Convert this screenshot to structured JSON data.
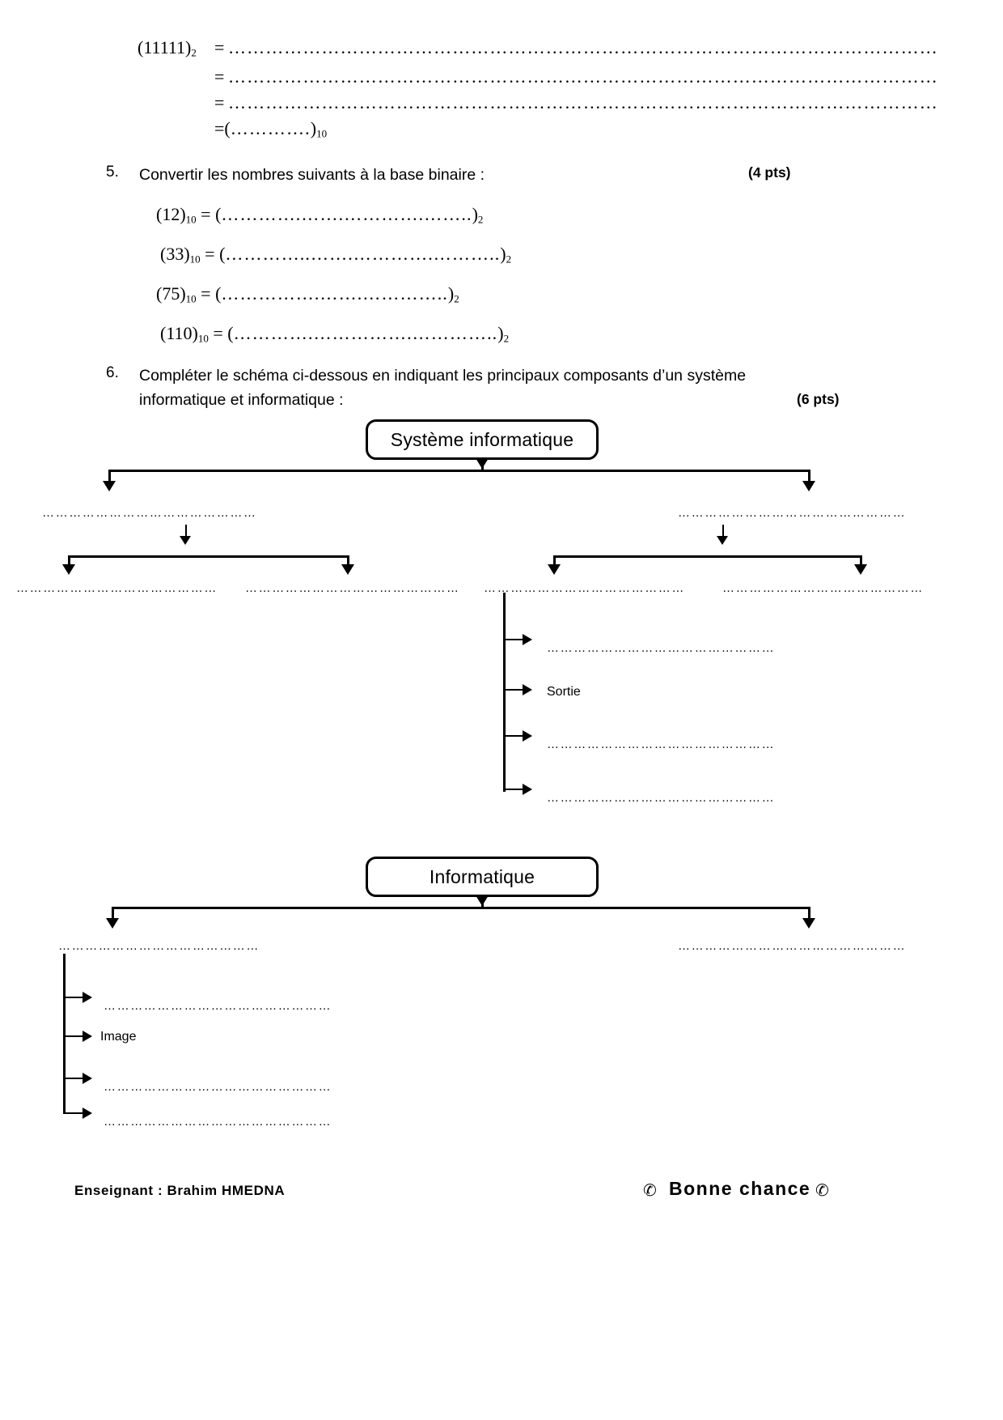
{
  "document": {
    "language": "fr",
    "page_background": "#ffffff",
    "ink_color": "#000000"
  },
  "question4_continuation": {
    "name": "binary-to-decimal-conversion",
    "operand": "(11111)",
    "operand_sub": "2",
    "lines": [
      {
        "eq": "=",
        "blank": "……………………………………………………………………………………………………"
      },
      {
        "eq": "=",
        "blank": "……………………………………………………………………………………………………"
      },
      {
        "eq": "=",
        "blank": "……………………………………………………………………………………………………"
      }
    ],
    "result_prefix": "=(",
    "result_blank": "………….",
    "result_suffix": ")",
    "result_sub": "10"
  },
  "question5": {
    "number": "5.",
    "text": "Convertir les nombres suivants à la base binaire :",
    "points": "(4 pts)",
    "items": [
      {
        "value": "(12)",
        "value_sub": "10",
        "eq": "= (",
        "blank": "………….…….………….……..",
        "close": ")",
        "close_sub": "2"
      },
      {
        "value": "(33)",
        "value_sub": "10",
        "eq": "= (",
        "blank": "…………..…….………….………..",
        "close": ")",
        "close_sub": "2"
      },
      {
        "value": "(75)",
        "value_sub": "10",
        "eq": "= (",
        "blank": "…………….…….…………..",
        "close": ")",
        "close_sub": "2"
      },
      {
        "value": "(110)",
        "value_sub": "10",
        "eq": "= (",
        "blank": "………….…………….…………..",
        "close": ")",
        "close_sub": "2"
      }
    ]
  },
  "question6": {
    "number": "6.",
    "text_line1": "Compléter le schéma ci-dessous en indiquant les principaux composants d’un système",
    "text_line2": "informatique et informatique :",
    "points": "(6 pts)",
    "schema_systeme": {
      "root_label": "Système informatique",
      "level1_left_blank": "…………………………………………",
      "level1_right_blank": "……………………………………………",
      "level2_blanks": [
        "………………………………………",
        "…………………………………………",
        "………………………………………",
        "………………………………………"
      ],
      "level3_items": [
        {
          "label": "……………………………………………"
        },
        {
          "label": "Sortie"
        },
        {
          "label": "……………………………………………"
        },
        {
          "label": "……………………………………………"
        }
      ]
    },
    "schema_informatique": {
      "root_label": "Informatique",
      "level1_left_blank": "………………………………………",
      "level1_right_blank": "……………………………………………",
      "level2_items": [
        {
          "label": "……………………………………………"
        },
        {
          "label": "Image"
        },
        {
          "label": "……………………………………………"
        },
        {
          "label": "……………………………………………"
        }
      ]
    }
  },
  "footer": {
    "teacher_label": "Enseignant : Brahim HMEDNA",
    "wish_glyph_left": "✆",
    "wish_text": "Bonne  chance",
    "wish_glyph_right": "✆"
  }
}
